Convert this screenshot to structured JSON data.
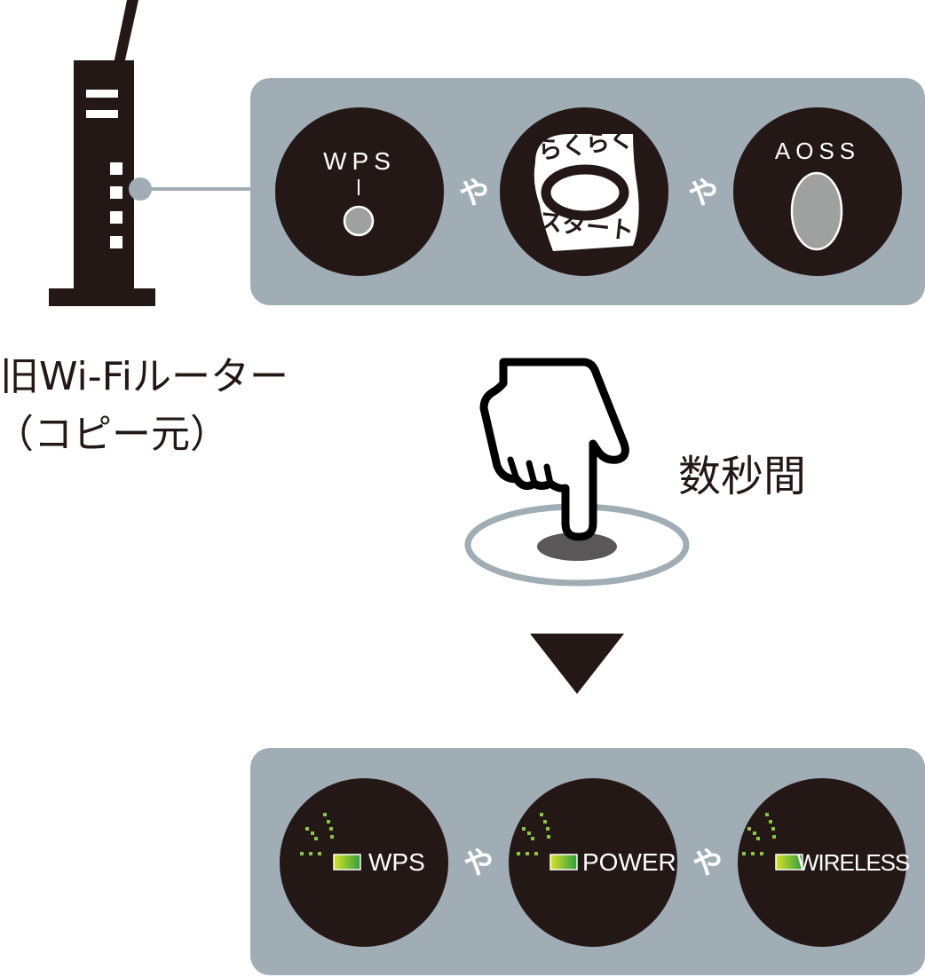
{
  "router_label": {
    "line1": "旧Wi-Fiルーター",
    "line2": "（コピー元）"
  },
  "top_panel": {
    "buttons": [
      {
        "caption": "WPS",
        "icon": "wps-button-icon"
      },
      {
        "caption_top": "らくらく",
        "caption_bottom": "スタート",
        "icon": "rakuraku-start-logo"
      },
      {
        "caption": "AOSS",
        "icon": "aoss-button-icon"
      }
    ],
    "separators": [
      "や",
      "や"
    ]
  },
  "press_label": "数秒間",
  "bottom_panel": {
    "indicators": [
      {
        "label": "WPS",
        "icon": "wireless-signal-icon"
      },
      {
        "label": "POWER",
        "icon": "wireless-signal-icon"
      },
      {
        "label": "WIRELESS",
        "icon": "wireless-signal-icon"
      }
    ],
    "separators": [
      "や",
      "や"
    ]
  },
  "colors": {
    "panel": "#a1adb5",
    "button": "#231815",
    "led_gradient_start": "#d7e327",
    "led_gradient_end": "#2f9e3e",
    "signal_dots": "#8cc63f"
  }
}
